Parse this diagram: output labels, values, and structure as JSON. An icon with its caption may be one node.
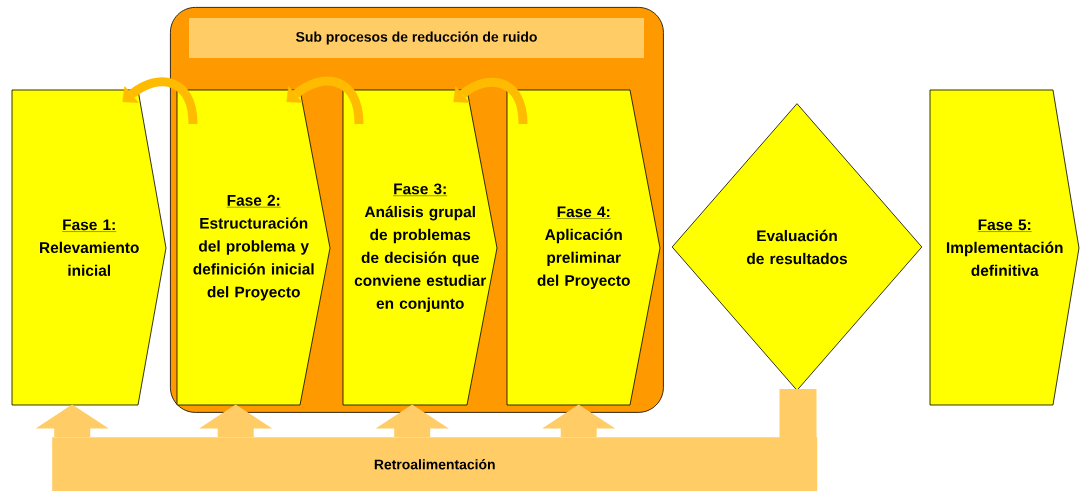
{
  "diagram": {
    "nodes": [
      {
        "text": [
          "Sub procesos de reducción de ruido"
        ]
      },
      {
        "text": [
          "Fase 1:",
          "Relevamiento inicial"
        ]
      },
      {
        "text": [
          "Fase 2:",
          "Estructuración del problema y definición inicial del Proyecto"
        ],
        "in": 0
      },
      {
        "text": [
          "Fase 3:",
          "Análisis grupal de problemas de decisión que conviene estudiar en conjunto"
        ],
        "in": 0
      },
      {
        "text": [
          "Fase 4:",
          "Aplicación preliminar del Proyecto"
        ],
        "in": 0
      },
      {
        "text": [
          "Evaluación de resultados"
        ]
      },
      {
        "text": [
          "Fase 5:",
          "Implementación definitiva"
        ]
      },
      {
        "text": [
          "Retroalimentación"
        ]
      }
    ],
    "edges": [
      {
        "from": 2,
        "to": 1,
        "arrow": "to",
        "color": "#ffbb00"
      },
      {
        "from": 3,
        "to": 2,
        "arrow": "to",
        "color": "#ffbb00"
      },
      {
        "from": 4,
        "to": 3,
        "arrow": "to",
        "color": "#ffbb00"
      },
      {
        "from": 5,
        "to": 7,
        "arrow": "none"
      },
      {
        "from": 7,
        "to": 1,
        "arrow": "to"
      },
      {
        "from": 7,
        "to": 2,
        "arrow": "to"
      },
      {
        "from": 7,
        "to": 3,
        "arrow": "to"
      },
      {
        "from": 7,
        "to": 4,
        "arrow": "to"
      }
    ]
  }
}
